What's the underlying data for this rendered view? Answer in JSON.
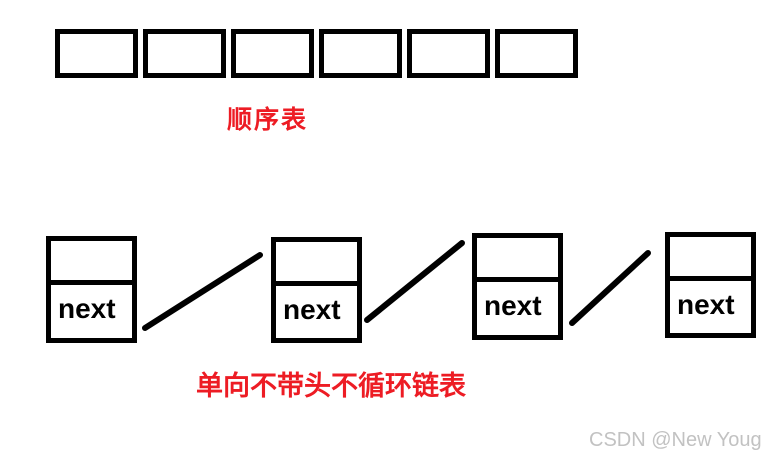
{
  "colors": {
    "label_red": "#ed1c24",
    "ink_black": "#000000",
    "watermark_gray": "#c2c2c2",
    "background": "#ffffff"
  },
  "array_section": {
    "label": "顺序表",
    "cell_count": 6
  },
  "list_section": {
    "label": "单向不带头不循环链表",
    "nodes": [
      {
        "next_label": "next"
      },
      {
        "next_label": "next"
      },
      {
        "next_label": "next"
      },
      {
        "next_label": "next"
      }
    ]
  },
  "watermark": {
    "text": "CSDN @New Youg"
  }
}
